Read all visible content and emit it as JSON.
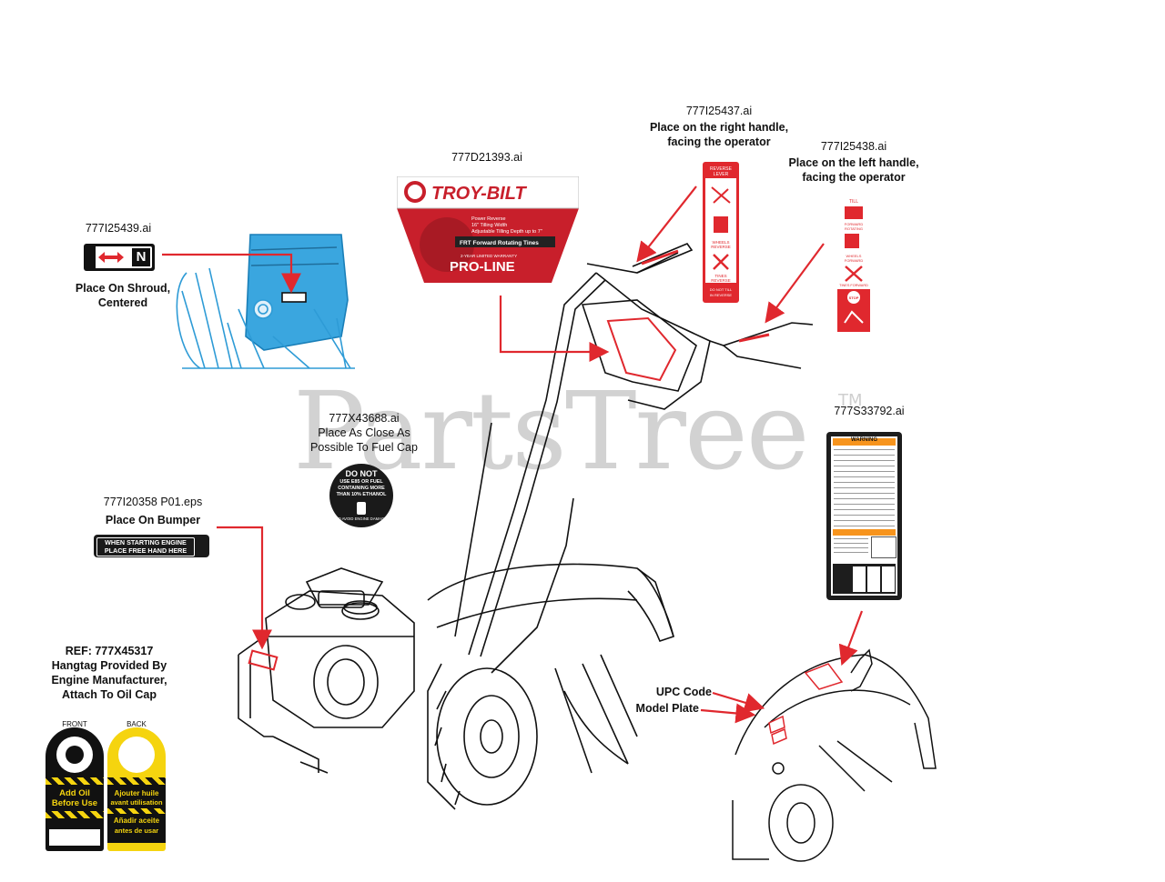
{
  "watermark": {
    "text": "PartsTree",
    "tm": "TM"
  },
  "labels": {
    "right_handle": {
      "file": "777I25437.ai",
      "line1": "Place on the right handle,",
      "line2": "facing the operator"
    },
    "left_handle": {
      "file": "777I25438.ai",
      "line1": "Place on the left handle,",
      "line2": "facing the operator"
    },
    "logo_decal": {
      "file": "777D21393.ai"
    },
    "shroud": {
      "file": "777I25439.ai",
      "line1": "Place On Shroud,",
      "line2": "Centered"
    },
    "fuel_cap": {
      "file": "777X43688.ai",
      "line1": "Place As Close As",
      "line2": "Possible To Fuel Cap"
    },
    "bumper": {
      "file": "777I20358 P01.eps",
      "line1": "Place On Bumper"
    },
    "warning": {
      "file": "777S33792.ai"
    },
    "hangtag": {
      "line1": "REF: 777X45317",
      "line2": "Hangtag Provided By",
      "line3": "Engine Manufacturer,",
      "line4": "Attach To Oil Cap"
    },
    "upc": {
      "line1": "UPC Code",
      "line2": "Model Plate"
    }
  },
  "decals": {
    "brand": "TROY-BILT",
    "brand_lines": [
      "Power Reverse",
      "16\" Tilling Width",
      "Adjustable Tilling Depth up to 7\""
    ],
    "warranty": "2-YEAR LIMITED WARRANTY",
    "frt": "FRT Forward Rotating Tines",
    "proline": "PRO-LINE",
    "shroud_letter": "N",
    "bumper_line1": "WHEN STARTING ENGINE",
    "bumper_line2": "PLACE FREE HAND HERE",
    "fuel_line1": "DO NOT",
    "fuel_line2": "USE E85 OR FUEL",
    "fuel_line3": "CONTAINING MORE",
    "fuel_line4": "THAN 10% ETHANOL",
    "fuel_ring": "TO AVOID ENGINE DAMAGE",
    "right_decal": [
      "REVERSE",
      "LEVER",
      "WHEELS",
      "REVERSE",
      "TINES",
      "REVERSE",
      "DO NOT TILL",
      "IN REVERSE"
    ],
    "left_decal": [
      "TILL",
      "FORWARD",
      "ROTATING",
      "WHEELS",
      "FORWARD",
      "TINES FORWARD",
      "STOP"
    ],
    "warning_title": "WARNING",
    "hangtag_front": "FRONT",
    "hangtag_back": "BACK",
    "hang_front_text1": "Add Oil",
    "hang_front_text2": "Before Use",
    "hang_back_text1": "Ajouter huile",
    "hang_back_text2": "avant utilisation",
    "hang_back_text3": "Añadir aceite",
    "hang_back_text4": "antes de usar",
    "stop": "STOP"
  },
  "colors": {
    "accent_red": "#e0282e",
    "shroud_blue": "#2e9bd6",
    "hang_yellow": "#f5d40f"
  }
}
